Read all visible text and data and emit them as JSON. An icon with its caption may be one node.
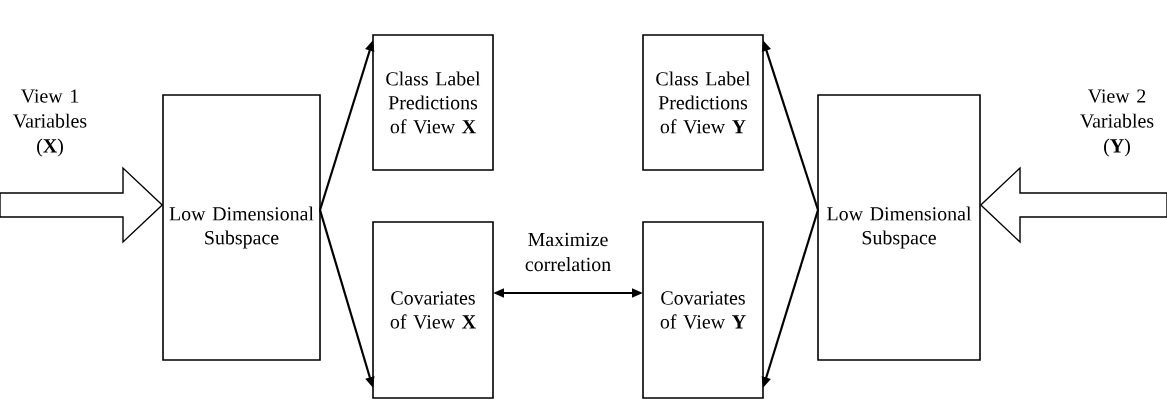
{
  "diagram": {
    "nodes": [
      {
        "text": [
          "Low Dimensional Subspace"
        ]
      },
      {
        "text": [
          "Class Label Predictions of View **X**"
        ]
      },
      {
        "text": [
          "Covariates of View **X**"
        ]
      },
      {
        "text": [
          "Class Label Predictions of View **Y**"
        ]
      },
      {
        "text": [
          "Covariates of View **Y**"
        ]
      },
      {
        "text": [
          "Low Dimensional Subspace"
        ]
      }
    ],
    "edges": [
      {
        "from": null,
        "to": 0,
        "arrow": "to",
        "style": "thick",
        "label": "View 1 Variables (**X**)"
      },
      {
        "from": 0,
        "to": 1,
        "arrow": "to"
      },
      {
        "from": 0,
        "to": 2,
        "arrow": "to"
      },
      {
        "from": 2,
        "to": 4,
        "arrow": "both",
        "label": "Maximize correlation"
      },
      {
        "from": 5,
        "to": 3,
        "arrow": "to"
      },
      {
        "from": 5,
        "to": 4,
        "arrow": "to"
      },
      {
        "from": null,
        "to": 5,
        "arrow": "to",
        "style": "thick",
        "label": "View 2 Variables (**Y**)"
      }
    ]
  }
}
